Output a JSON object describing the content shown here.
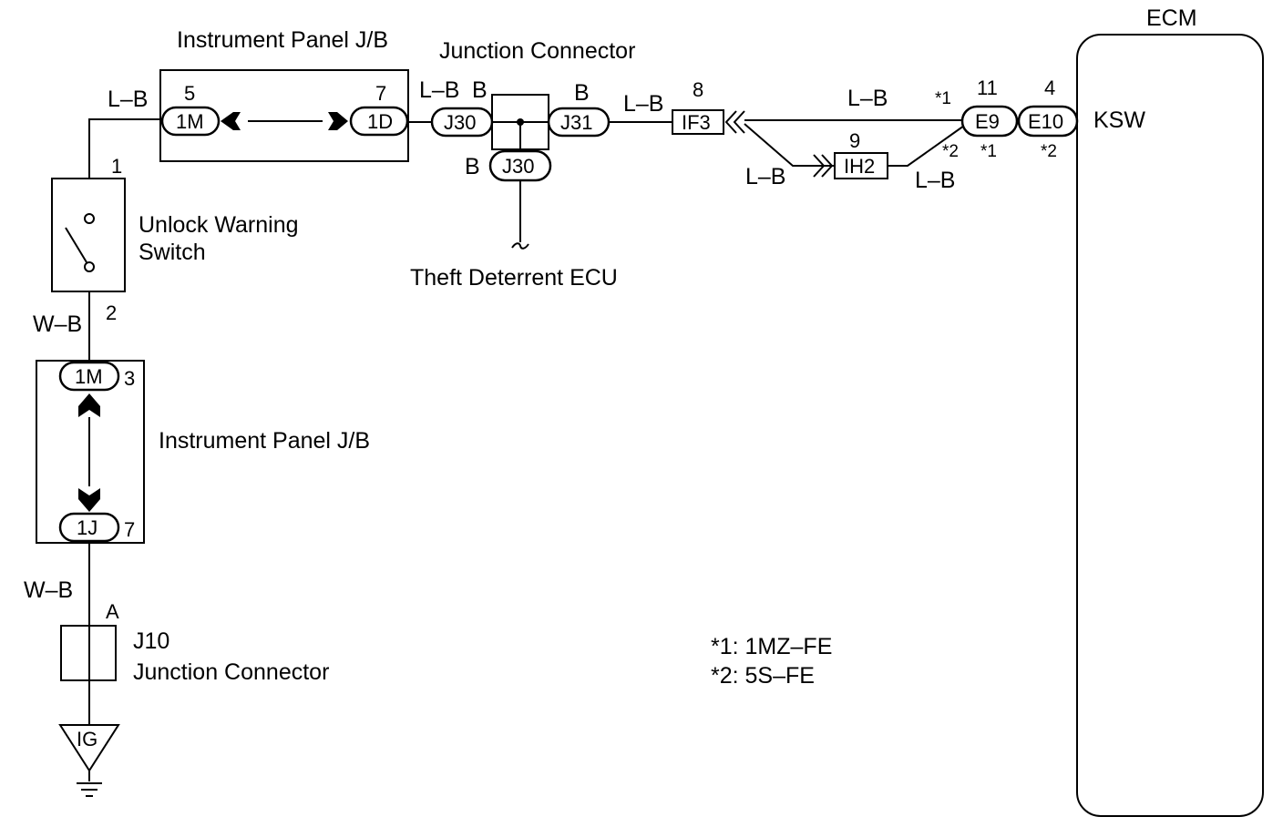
{
  "colors": {
    "ink": "#000000",
    "paper": "#ffffff"
  },
  "labels": {
    "ecm": "ECM",
    "ksw": "KSW",
    "ip_jb_top": "Instrument Panel J/B",
    "ip_jb_mid": "Instrument Panel J/B",
    "jc_top": "Junction Connector",
    "theft_ecu": "Theft Deterrent ECU",
    "unlock_line1": "Unlock Warning",
    "unlock_line2": "Switch",
    "j10": "J10",
    "j10_desc": "Junction Connector",
    "note1": "*1: 1MZ–FE",
    "note2": "*2: 5S–FE"
  },
  "connectors": {
    "top_1m": "1M",
    "top_1d": "1D",
    "j30_a": "J30",
    "j31": "J31",
    "j30_b": "J30",
    "if3": "IF3",
    "ih2": "IH2",
    "e9": "E9",
    "e10": "E10",
    "mid_1m": "1M",
    "mid_1j": "1J",
    "ig": "IG"
  },
  "pins": {
    "top_1m": "5",
    "top_1d": "7",
    "if3": "8",
    "ih2": "9",
    "e9": "11",
    "e10": "4",
    "sw_top": "1",
    "sw_bottom": "2",
    "mid_1m": "3",
    "mid_1j": "7",
    "j10": "A"
  },
  "wires": {
    "w_left_top": "L–B",
    "w_j30_left": "L–B",
    "w_j30_b_top": "B",
    "w_j31_b": "B",
    "w_j30_b_bottom": "B",
    "w_if3_left": "L–B",
    "w_top_right": "L–B",
    "w_ih2_left": "L–B",
    "w_ih2_right": "L–B",
    "w_sw_bottom": "W–B",
    "w_j10_top": "W–B"
  },
  "asterisks": {
    "e9_top": "*1",
    "e9_mid": "*2",
    "e9_bottom": "*1",
    "e10_bottom": "*2"
  }
}
